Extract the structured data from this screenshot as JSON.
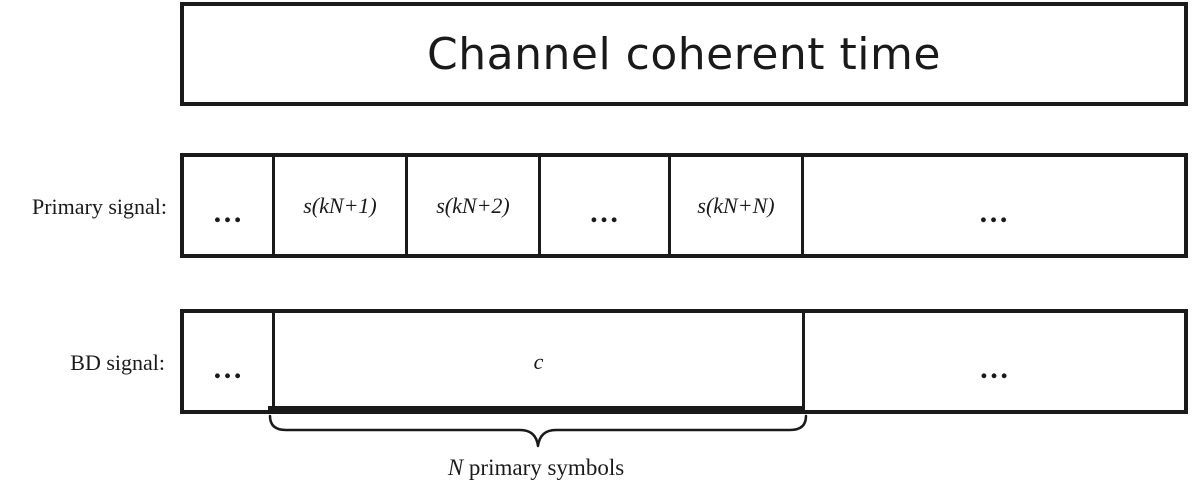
{
  "title": "Channel coherent time",
  "primary_row": {
    "label": "Primary signal:",
    "cells": [
      {
        "text": "…",
        "kind": "dots"
      },
      {
        "text": "s(kN+1)",
        "kind": "sym"
      },
      {
        "text": "s(kN+2)",
        "kind": "sym"
      },
      {
        "text": "…",
        "kind": "dots"
      },
      {
        "text": "s(kN+N)",
        "kind": "sym"
      },
      {
        "text": "…",
        "kind": "dots"
      }
    ]
  },
  "bd_row": {
    "label": "BD signal:",
    "cells": [
      {
        "text": "…",
        "kind": "dots"
      },
      {
        "text": "c",
        "kind": "sym"
      },
      {
        "text": "…",
        "kind": "dots"
      }
    ]
  },
  "brace": {
    "var": "N",
    "text": " primary symbols"
  }
}
